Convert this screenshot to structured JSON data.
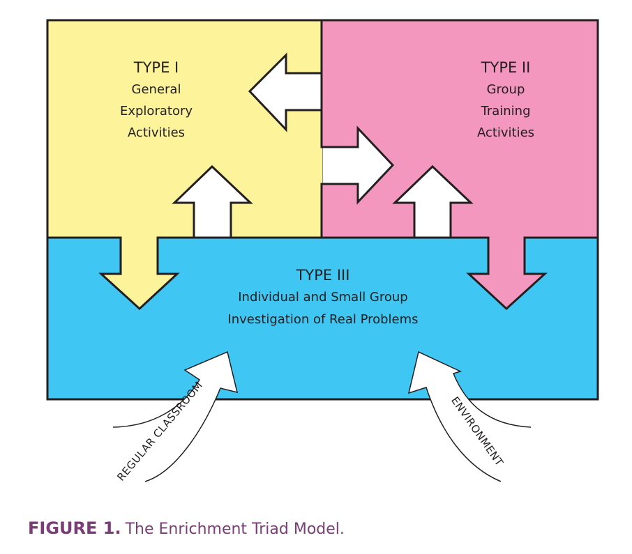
{
  "colors": {
    "type1": "#fdf39a",
    "type2": "#f497bf",
    "type3": "#40c6f2",
    "outline": "#231f20",
    "caption": "#7a3d78"
  },
  "regions": {
    "type1": {
      "title": "TYPE I",
      "lines": [
        "General",
        "Exploratory",
        "Activities"
      ]
    },
    "type2": {
      "title": "TYPE II",
      "lines": [
        "Group",
        "Training",
        "Activities"
      ]
    },
    "type3": {
      "title": "TYPE III",
      "lines": [
        "Individual and Small Group",
        "Investigation of Real Problems"
      ]
    }
  },
  "arrows": [
    {
      "from": "TYPE II",
      "to": "TYPE I"
    },
    {
      "from": "TYPE I",
      "to": "TYPE II"
    },
    {
      "from": "TYPE III",
      "to": "TYPE I"
    },
    {
      "from": "TYPE I",
      "to": "TYPE III"
    },
    {
      "from": "TYPE III",
      "to": "TYPE II"
    },
    {
      "from": "TYPE II",
      "to": "TYPE III"
    }
  ],
  "inputs": {
    "left": "REGULAR CLASSROOM",
    "right": "ENVIRONMENT"
  },
  "caption": {
    "figure": "FIGURE 1.",
    "text": "The Enrichment Triad Model."
  }
}
